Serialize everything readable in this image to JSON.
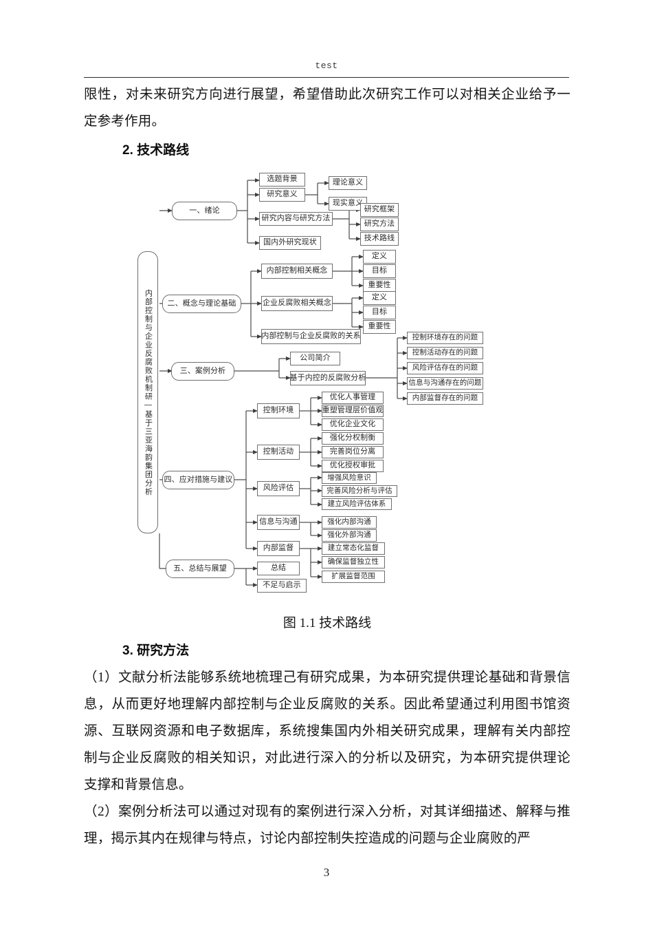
{
  "header": {
    "running_head": "test"
  },
  "page_number": "3",
  "body": {
    "para_top": "限性，对未来研究方向进行展望，希望借助此次研究工作可以对相关企业给予一定参考作用。",
    "heading_2": "2. 技术路线",
    "figure_caption": "图 1.1  技术路线",
    "heading_3": "3. 研究方法",
    "para_1": "（1）文献分析法能够系统地梳理己有研究成果，为本研究提供理论基础和背景信息，从而更好地理解内部控制与企业反腐败的关系。因此希望通过利用图书馆资源、互联网资源和电子数据库，系统搜集国内外相关研究成果，理解有关内部控制与企业反腐败的相关知识，对此进行深入的分析以及研究，为本研究提供理论支撑和背景信息。",
    "para_2": "（2）案例分析法可以通过对现有的案例进行深入分析，对其详细描述、解释与推理，揭示其内在规律与特点，讨论内部控制失控造成的问题与企业腐败的严"
  },
  "diagram": {
    "title": "技术路线",
    "root": {
      "label": "内部控制与企业反腐败机制研—基于三亚海韵集团分析"
    },
    "chapters": [
      {
        "label": "一、绪论"
      },
      {
        "label": "二、概念与理论基础"
      },
      {
        "label": "三、案例分析"
      },
      {
        "label": "四、应对措施与建议"
      },
      {
        "label": "五、总结与展望"
      }
    ],
    "ch1": {
      "items": [
        {
          "label": "选题背景"
        },
        {
          "label": "研究意义"
        },
        {
          "label": "研究内容与研究方法"
        },
        {
          "label": "国内外研究现状"
        }
      ],
      "yiyi_children": [
        {
          "label": "理论意义"
        },
        {
          "label": "现实意义"
        }
      ],
      "neirong_children": [
        {
          "label": "研究框架"
        },
        {
          "label": "研究方法"
        },
        {
          "label": "技术路线"
        }
      ]
    },
    "ch2": {
      "items": [
        {
          "label": "内部控制相关概念"
        },
        {
          "label": "企业反腐败相关概念"
        },
        {
          "label": "内部控制与企业反腐败的关系"
        }
      ],
      "neikong_children": [
        {
          "label": "定义"
        },
        {
          "label": "目标"
        },
        {
          "label": "重要性"
        }
      ],
      "fanfubai_children": [
        {
          "label": "定义"
        },
        {
          "label": "目标"
        },
        {
          "label": "重要性"
        }
      ]
    },
    "ch3": {
      "items": [
        {
          "label": "公司简介"
        },
        {
          "label": "基于内控的反腐败分析"
        }
      ],
      "problems": [
        {
          "label": "控制环境存在的问题"
        },
        {
          "label": "控制活动存在的问题"
        },
        {
          "label": "风险评估存在的问题"
        },
        {
          "label": "信息与沟通存在的问题"
        },
        {
          "label": "内部监督存在的问题"
        }
      ]
    },
    "ch4": {
      "groups": [
        {
          "label": "控制环境",
          "children": [
            {
              "label": "优化人事管理"
            },
            {
              "label": "重塑管理层价值观"
            },
            {
              "label": "优化企业文化"
            }
          ]
        },
        {
          "label": "控制活动",
          "children": [
            {
              "label": "强化分权制衡"
            },
            {
              "label": "完善岗位分离"
            },
            {
              "label": "优化授权审批"
            }
          ]
        },
        {
          "label": "风险评估",
          "children": [
            {
              "label": "增强风险意识"
            },
            {
              "label": "完善风险分析与评估"
            },
            {
              "label": "建立风险评估体系"
            }
          ]
        },
        {
          "label": "信息与沟通",
          "children": [
            {
              "label": "强化内部沟通"
            },
            {
              "label": "强化外部沟通"
            }
          ]
        },
        {
          "label": "内部监督",
          "children": [
            {
              "label": "建立常态化监督"
            },
            {
              "label": "确保监督独立性"
            },
            {
              "label": "扩展监督范围"
            }
          ]
        }
      ]
    },
    "ch5": {
      "items": [
        {
          "label": "总结"
        },
        {
          "label": "不足与启示"
        }
      ]
    },
    "colors": {
      "box_border": "#6e6e6e",
      "connector": "#4a4a4a",
      "text": "#2a2a2a"
    }
  }
}
